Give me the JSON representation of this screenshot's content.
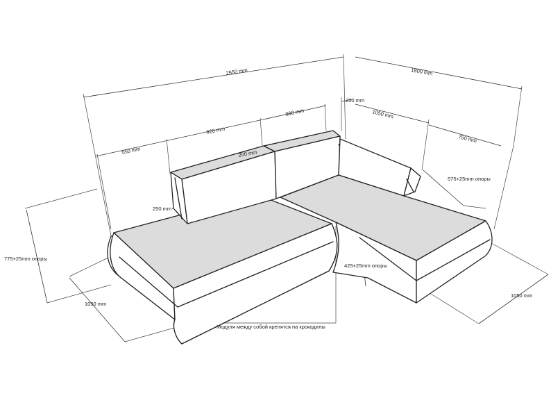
{
  "dimensions": {
    "total_width": "2550 mm",
    "right_width": "1800 mm",
    "armrest_width": "550 mm",
    "left_back_width": "920 mm",
    "mid_back_width": "800 mm",
    "corner_gap": "250 mm",
    "right_back_width": "1050 mm",
    "right_arm_length": "750 mm",
    "back_thickness": "200 mm",
    "arm_thickness": "250 mm",
    "left_height": "775+25mm опоры",
    "right_height": "575+25mm опоры",
    "seat_height": "425+25mm опоры",
    "left_depth": "1050 mm",
    "right_depth": "1050 mm"
  },
  "note": "Модуля между собой крепятся на крокодилы"
}
